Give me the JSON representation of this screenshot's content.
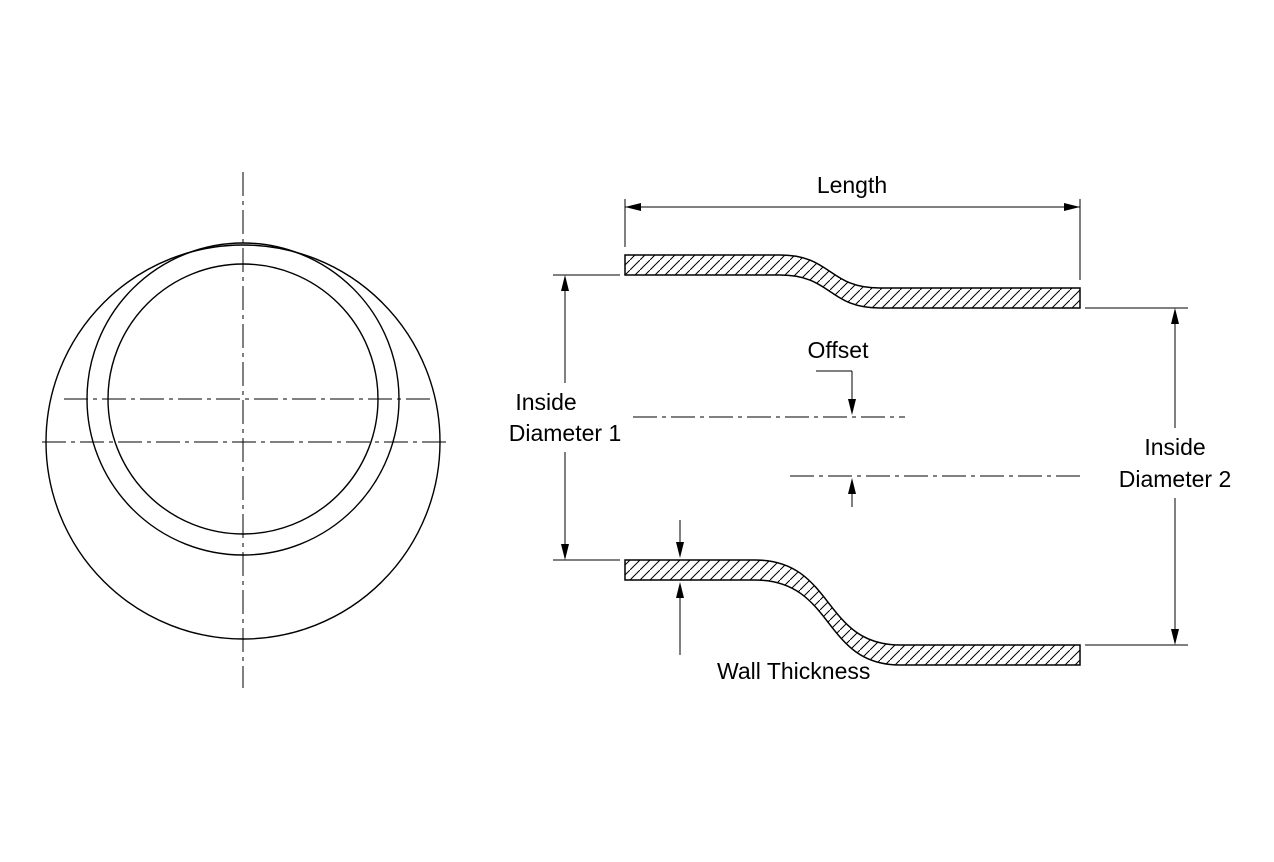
{
  "labels": {
    "length": "Length",
    "offset": "Offset",
    "id1_line1": "Inside",
    "id1_line2": "Diameter 1",
    "id2_line1": "Inside",
    "id2_line2": "Diameter 2",
    "wall_thickness": "Wall Thickness"
  },
  "colors": {
    "line": "#000000",
    "background": "#ffffff"
  }
}
